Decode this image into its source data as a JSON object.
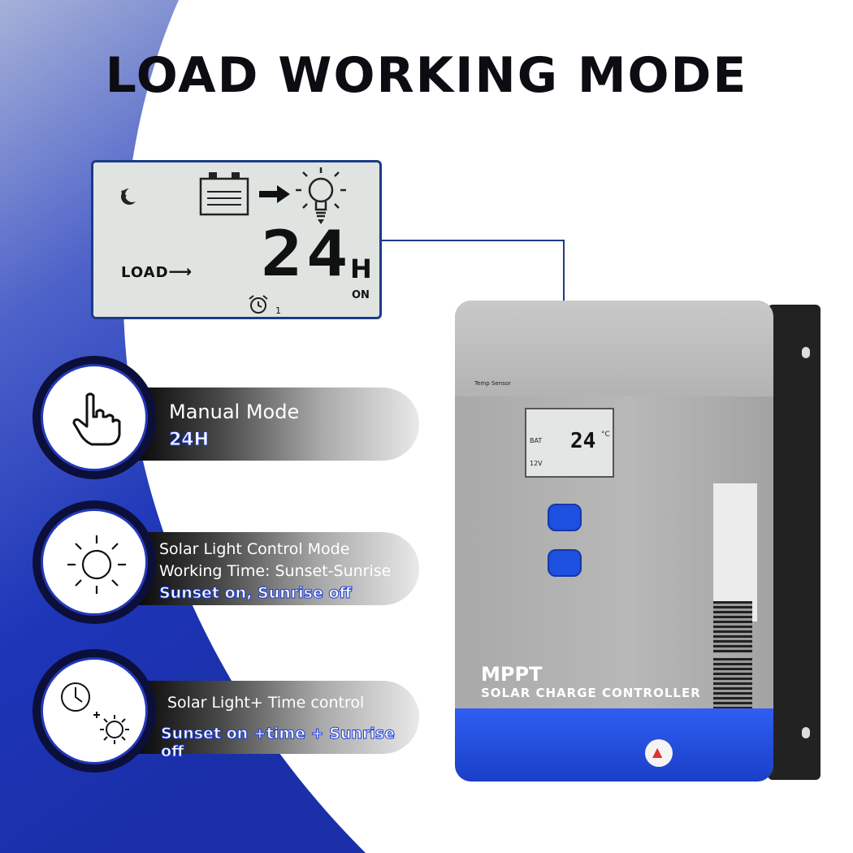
{
  "title": "LOAD WORKING MODE",
  "colors": {
    "brand_blue": "#1f3fd0",
    "dark_navy": "#0c0f3a"
  },
  "lcd_callout": {
    "load_label": "LOAD",
    "hours": "24",
    "unit": "H",
    "state": "ON",
    "timer_index": "1",
    "icons": [
      "moon-icon",
      "battery-icon",
      "arrow-icon",
      "bulb-icon",
      "alarm-clock-icon"
    ]
  },
  "modes": [
    {
      "icon": "hand-pointer-icon",
      "line1": "Manual Mode",
      "line2": "24H"
    },
    {
      "icon": "sun-icon",
      "line1": "Solar Light Control Mode",
      "line2": "Working Time: Sunset-Sunrise",
      "line3": "Sunset on, Sunrise off"
    },
    {
      "icon": "clock-plus-sun-icon",
      "line1": "Solar Light+ Time control",
      "line2": "Sunset on +time + Sunrise off"
    }
  ],
  "device": {
    "brand": "MPPT",
    "subtitle": "SOLAR CHARGE CONTROLLER",
    "temp_label": "Temp Sensor",
    "lcd_bat": "BAT",
    "lcd_value": "24",
    "lcd_unit": "°C",
    "lcd_voltage": "12V"
  }
}
